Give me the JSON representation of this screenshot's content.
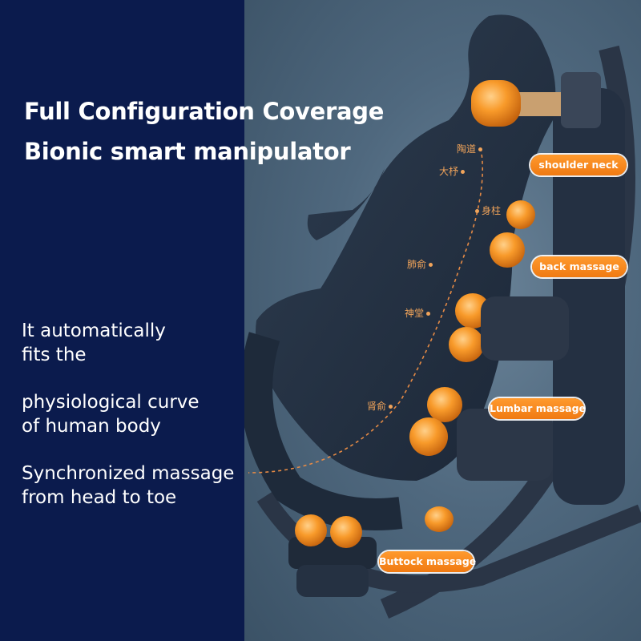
{
  "title": {
    "line1": "Full Configuration Coverage",
    "line2": "Bionic smart manipulator"
  },
  "description": {
    "para1": [
      "It automatically",
      "fits the"
    ],
    "para2": [
      "physiological curve",
      "of human body"
    ],
    "para3": [
      "Synchronized massage",
      "from head to toe"
    ]
  },
  "zones": {
    "shoulder": "shoulder  neck",
    "back": "back massage",
    "lumbar": "Lumbar massage",
    "buttock": "Buttock massage"
  },
  "acupoints": {
    "taodao": "陶道",
    "dazhu": "大杼",
    "shenzhu": "身柱",
    "feishu": "肺俞",
    "shentang": "神堂",
    "shenshu": "肾俞"
  },
  "colors": {
    "panel": "#0b1b4d",
    "accent": "#f4861e",
    "dashed_line": "#e58a45"
  }
}
